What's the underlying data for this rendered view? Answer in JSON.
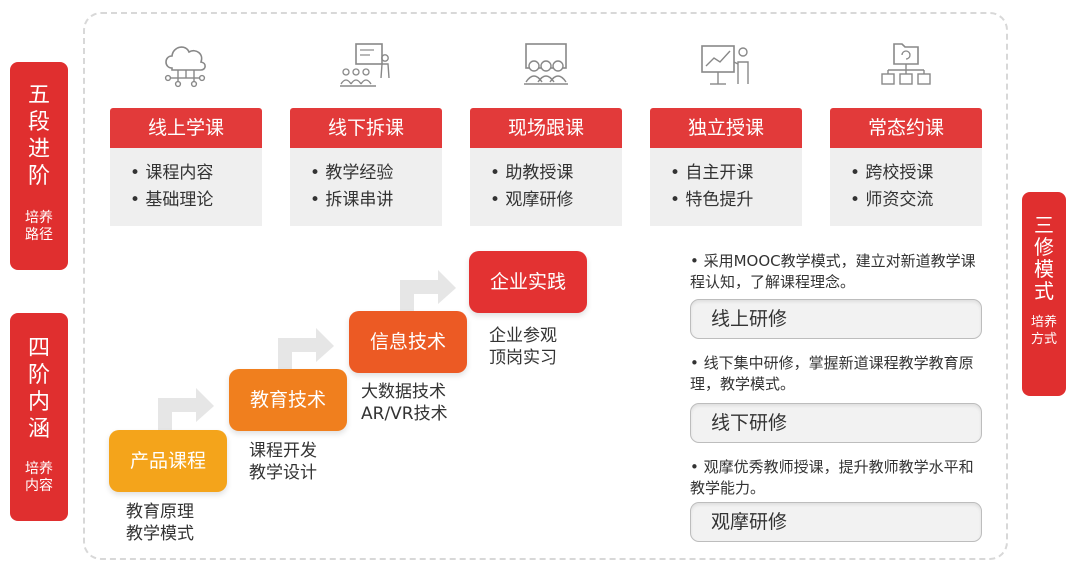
{
  "side_tags": {
    "stages": {
      "title": "五段进阶",
      "subtitle": "培养路径"
    },
    "levels": {
      "title": "四阶内涵",
      "subtitle": "培养内容"
    },
    "modes": {
      "title": "三修模式",
      "subtitle": "培养方式"
    }
  },
  "stages": [
    {
      "title": "线上学课",
      "icon": "cloud-network-icon",
      "items": [
        "• 课程内容",
        "• 基础理论"
      ]
    },
    {
      "title": "线下拆课",
      "icon": "lecture-audience-icon",
      "items": [
        "• 教学经验",
        "• 拆课串讲"
      ]
    },
    {
      "title": "现场跟课",
      "icon": "classroom-group-icon",
      "items": [
        "• 助教授课",
        "• 观摩研修"
      ]
    },
    {
      "title": "独立授课",
      "icon": "presenter-chart-icon",
      "items": [
        "• 自主开课",
        "• 特色提升"
      ]
    },
    {
      "title": "常态约课",
      "icon": "folder-network-icon",
      "items": [
        "• 跨校授课",
        "• 师资交流"
      ]
    }
  ],
  "steps": [
    {
      "label": "产品课程",
      "note": [
        "教育原理",
        "教学模式"
      ]
    },
    {
      "label": "教育技术",
      "note": [
        "课程开发",
        "教学设计"
      ]
    },
    {
      "label": "信息技术",
      "note": [
        "大数据技术",
        "AR/VR技术"
      ]
    },
    {
      "label": "企业实践",
      "note": [
        "企业参观",
        "顶岗实习"
      ]
    }
  ],
  "modes": [
    {
      "desc": "• 采用MOOC教学模式，建立对新道教学课程认知，了解课程理念。",
      "label": "线上研修"
    },
    {
      "desc": "• 线下集中研修，掌握新道课程教学教育原理，教学模式。",
      "label": "线下研修"
    },
    {
      "desc": "• 观摩优秀教师授课，提升教师教学水平和教学能力。",
      "label": "观摩研修"
    }
  ],
  "colors": {
    "red": "#e23a3a",
    "step_yellow": "#f4a41b",
    "step_orange": "#f07f1e",
    "step_deep_orange": "#ec5a24",
    "step_red": "#e33232"
  }
}
